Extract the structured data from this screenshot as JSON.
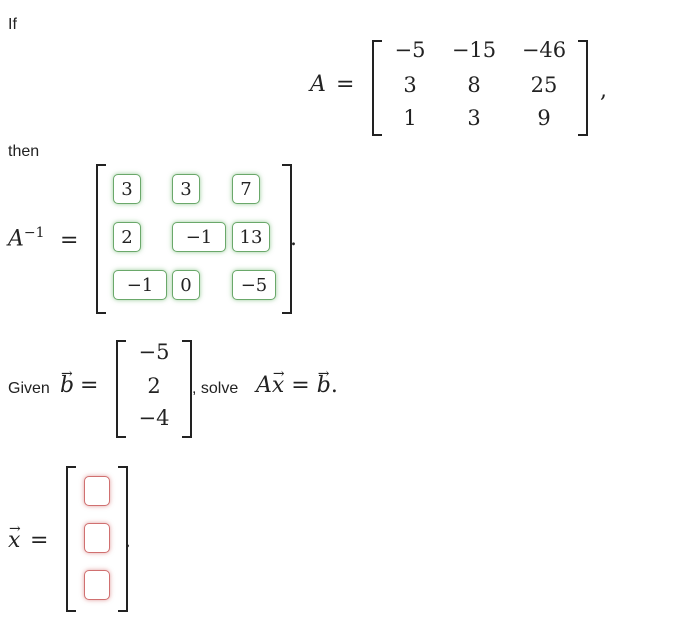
{
  "labels": {
    "if": "If",
    "then": "then",
    "given": "Given",
    "solve": ", solve"
  },
  "matrix_a": {
    "rows": [
      [
        "−5",
        "−15",
        "−46"
      ],
      [
        "3",
        "8",
        "25"
      ],
      [
        "1",
        "3",
        "9"
      ]
    ]
  },
  "inverse_entries": {
    "rows": [
      [
        "3",
        "3",
        "7"
      ],
      [
        "2",
        "−1",
        "13"
      ],
      [
        "−1",
        "0",
        "−5"
      ]
    ]
  },
  "vector_b": [
    "−5",
    "2",
    "−4"
  ],
  "solution_x": [
    "",
    "",
    ""
  ],
  "colors": {
    "correct": "#6aa86a",
    "empty": "#d07070"
  }
}
